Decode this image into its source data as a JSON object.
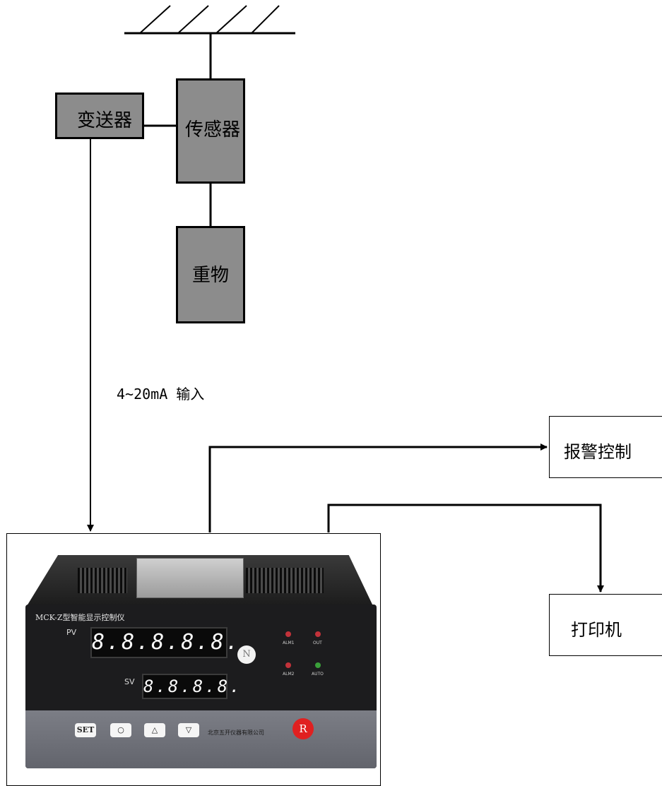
{
  "nodes": {
    "transmitter": "变送器",
    "sensor": "传感器",
    "weight": "重物",
    "alarm": "报警控制",
    "printer": "打印机"
  },
  "input_label": "4~20mA 输入",
  "device": {
    "brand": "MCK-Z型智能显示控制仪",
    "pv_label": "PV",
    "sv_label": "SV",
    "pv_display": "8.8.8.8.8.",
    "sv_display": "8.8.8.8.",
    "n_button": "N",
    "leds": {
      "alm1": "ALM1",
      "out": "OUT",
      "alm2": "ALM2",
      "auto": "AUTO"
    },
    "buttons": {
      "set": "SET",
      "circle": "○",
      "up": "△",
      "down": "▽",
      "r": "R"
    },
    "maker": "北京五开仪器有限公司"
  },
  "colors": {
    "box_fill": "#8c8c8c",
    "led_red": "#c2323a",
    "led_green": "#3aa03a",
    "r_button": "#e02020"
  }
}
